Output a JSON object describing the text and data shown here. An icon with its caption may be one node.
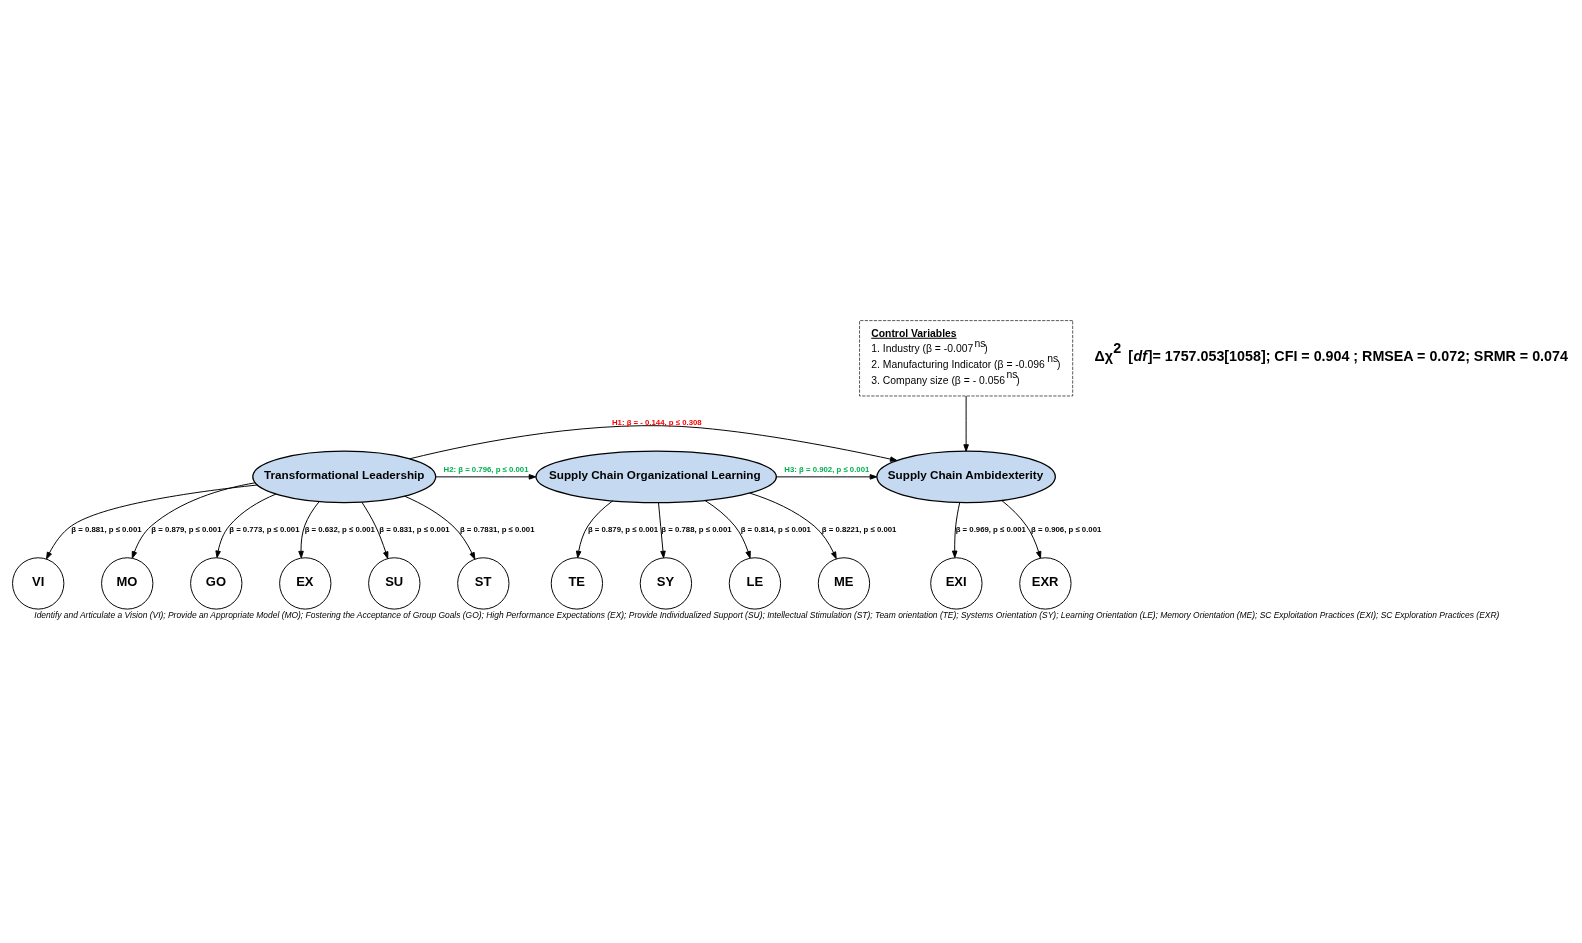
{
  "diagram": {
    "caption": "Identify and Articulate a Vision (VI); Provide an Appropriate Model (MO); Fostering the Acceptance of Group Goals (GO); High Performance Expectations (EX); Provide Individualized Support (SU); Intellectual Stimulation (ST); Team orientation (TE); Systems Orientation (SY); Learning Orientation (LE); Memory Orientation (ME); SC Exploitation Practices (EXI); SC Exploration Practices (EXR)",
    "nodes": [
      {
        "text": [
          "VI"
        ]
      },
      {
        "text": [
          "MO"
        ]
      },
      {
        "text": [
          "GO"
        ]
      },
      {
        "text": [
          "EX"
        ]
      },
      {
        "text": [
          "SU"
        ]
      },
      {
        "text": [
          "ST"
        ]
      },
      {
        "text": [
          "Transformational Leadership"
        ]
      },
      {
        "text": [
          "Supply Chain Organizational Learning"
        ]
      },
      {
        "text": [
          "Supply Chain Ambidexterity"
        ]
      },
      {
        "text": [
          "EXI"
        ]
      },
      {
        "text": [
          "EXR"
        ]
      },
      {
        "text": [
          "TE"
        ]
      },
      {
        "text": [
          "SY"
        ]
      },
      {
        "text": [
          "LE"
        ]
      },
      {
        "text": [
          "ME"
        ]
      },
      {
        "text": [
          "Control Variables",
          "1. Industry (β = -0.007$^{ns}$)",
          "2. Manufacturing Indicator (β = -0.096$^{ns}$)",
          "3. Company size (β = - 0.056$^{ns}$)"
        ]
      }
    ],
    "edges": [
      {
        "from": 6,
        "to": 0,
        "arrow": "to",
        "label": "β = 0.881, p ≤ 0.001"
      },
      {
        "from": 6,
        "to": 1,
        "arrow": "to",
        "label": "β = 0.879, p ≤ 0.001"
      },
      {
        "from": 6,
        "to": 2,
        "arrow": "to",
        "label": "β = 0.773, p ≤ 0.001"
      },
      {
        "from": 6,
        "to": 3,
        "arrow": "to",
        "label": "β = 0.632, p ≤ 0.001"
      },
      {
        "from": 6,
        "to": 4,
        "arrow": "to",
        "label": "β = 0.831, p ≤ 0.001"
      },
      {
        "from": 6,
        "to": 5,
        "arrow": "to",
        "label": "β = 0.7831, p ≤ 0.001"
      },
      {
        "from": 6,
        "to": 8,
        "arrow": "to",
        "label": "H1: β = - 0.144, p ≤ 0.308"
      },
      {
        "from": 6,
        "to": 7,
        "arrow": "to",
        "label": "H2: β = 0.796, p ≤ 0.001"
      },
      {
        "from": 7,
        "to": 8,
        "arrow": "to",
        "label": "H3: β = 0.902, p ≤ 0.001"
      },
      {
        "from": 8,
        "to": 9,
        "arrow": "to",
        "label": "β = 0.969, p ≤ 0.001"
      },
      {
        "from": 8,
        "to": 10,
        "arrow": "to",
        "label": "β = 0.906, p ≤ 0.001"
      },
      {
        "from": 7,
        "to": 11,
        "arrow": "to",
        "label": "β = 0.879, p ≤ 0.001"
      },
      {
        "from": 7,
        "to": 12,
        "arrow": "to",
        "label": "β = 0.788, p ≤ 0.001"
      },
      {
        "from": 7,
        "to": 13,
        "arrow": "to",
        "label": "β = 0.814, p ≤ 0.001"
      },
      {
        "from": 7,
        "to": 14,
        "arrow": "to",
        "label": "β = 0.8221, p ≤ 0.001"
      },
      {
        "from": 15,
        "to": 8,
        "arrow": "to"
      }
    ],
    "labels": [
      "Δχ$^{2}$ [*df*]= 1757.053[1058]; CFI = 0.904 ; RMSEA = 0.072; SRMR = 0.074"
    ]
  }
}
